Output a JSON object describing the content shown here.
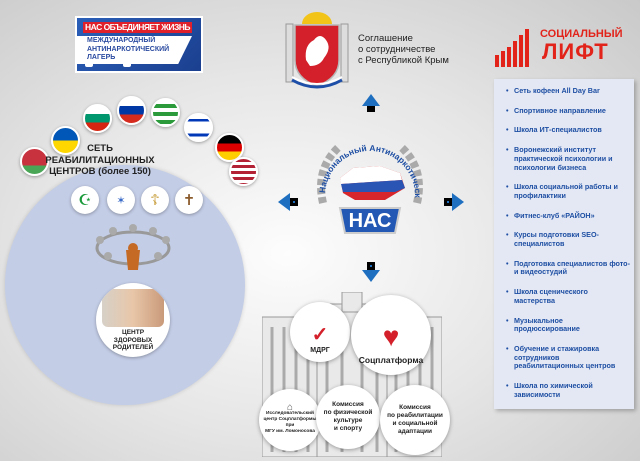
{
  "camp_banner": {
    "slogan": "НАС ОБЪЕДИНЯЕТ ЖИЗНЬ",
    "line1": "МЕЖДУНАРОДНЫЙ",
    "line2": "АНТИНАРКОТИЧЕСКИЙ",
    "line3": "ЛАГЕРЬ"
  },
  "crimea": {
    "line1": "Соглашение",
    "line2": "о сотрудничестве",
    "line3": "с Республикой Крым"
  },
  "social_lift": {
    "line1": "СОЦИАЛЬНЫЙ",
    "line2": "ЛИФТ",
    "color": "#e2231a",
    "items": [
      "Сеть кофеен All Day Bar",
      "Спортивное направление",
      "Школа ИТ-специалистов",
      "Воронежский институт практической психологии и психологии бизнеса",
      "Школа социальной работы и профилактики",
      "Фитнес-клуб «РАЙОН»",
      "Курсы подготовки SEO-специалистов",
      "Подготовка специалистов фото- и видеостудий",
      "Школа сценического мастерства",
      "Музыкальное продюссирование",
      "Обучение и стажировка сотрудников реабилитационных центров",
      "Школа по химической зависимости"
    ]
  },
  "center": {
    "ring_text": "Национальный Антинаркотический Союз",
    "abbr": "НАС"
  },
  "network": {
    "line1": "СЕТЬ",
    "line2": "РЕАБИЛИТАЦИОННЫХ",
    "line3": "ЦЕНТРОВ (более 150)",
    "flags": [
      "belarus",
      "ukraine",
      "bulgaria",
      "russia",
      "abkhazia",
      "israel",
      "germany",
      "usa"
    ],
    "parents": {
      "line1": "ЦЕНТР",
      "line2": "ЗДОРОВЫХ",
      "line3": "РОДИТЕЛЕЙ"
    }
  },
  "orgs": {
    "mdrg": "МДРГ",
    "socplatform": "Соцплатформа",
    "research": [
      "Исследовательский",
      "центр Соцплатформы",
      "при",
      "МГУ им. Ломоносова"
    ],
    "sport": [
      "Комиссия",
      "по физической",
      "культуре",
      "и спорту"
    ],
    "rehab": [
      "Комиссия",
      "по реабилитации",
      "и социальной",
      "адаптации"
    ]
  },
  "colors": {
    "arrow": "#1f6fc0",
    "panel_text": "#1f4fa3"
  }
}
